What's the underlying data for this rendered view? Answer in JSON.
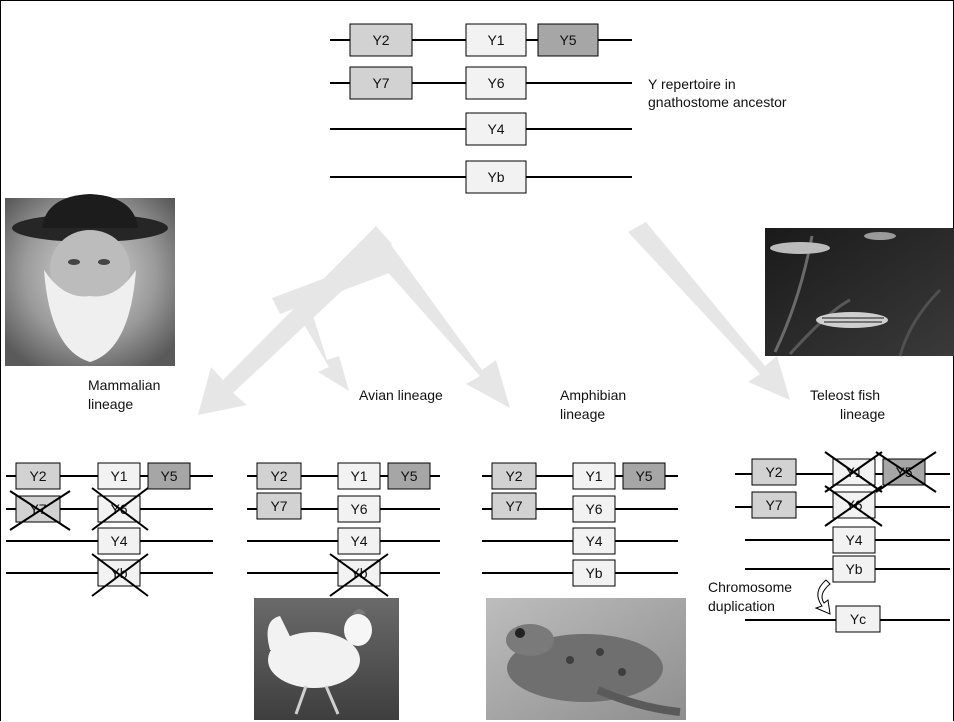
{
  "labels": {
    "ancestor_line1": "Y repertoire in",
    "ancestor_line2": "gnathostome ancestor",
    "mammal_line1": "Mammalian",
    "mammal_line2": "lineage",
    "avian": "Avian lineage",
    "amphibian_line1": "Amphibian",
    "amphibian_line2": "lineage",
    "teleost_line1": "Teleost fish",
    "teleost_line2": "lineage",
    "dup_line1": "Chromosome",
    "dup_line2": "duplication"
  },
  "colors": {
    "light": "#f2f2f2",
    "mid": "#d2d2d2",
    "dark": "#a6a6a6",
    "arrow": "#e6e6e6",
    "photo": "#8a8a8a"
  },
  "genes": {
    "Y1": "Y1",
    "Y2": "Y2",
    "Y4": "Y4",
    "Y5": "Y5",
    "Y6": "Y6",
    "Y7": "Y7",
    "Yb": "Yb",
    "Yc": "Yc"
  },
  "lineages": [
    {
      "id": "ancestor",
      "lost": []
    },
    {
      "id": "mammalian",
      "lost": [
        "Y7",
        "Y6",
        "Yb"
      ]
    },
    {
      "id": "avian",
      "lost": [
        "Yb"
      ]
    },
    {
      "id": "amphibian",
      "lost": []
    },
    {
      "id": "teleost",
      "lost": [
        "Y1",
        "Y5",
        "Y6"
      ]
    }
  ],
  "icons": {
    "portrait": "bearded-man-portrait",
    "zebrafish": "zebrafish-photo",
    "chicken": "chicken-photo",
    "frog": "frog-photo",
    "duplication": "curved-arrow-icon"
  }
}
